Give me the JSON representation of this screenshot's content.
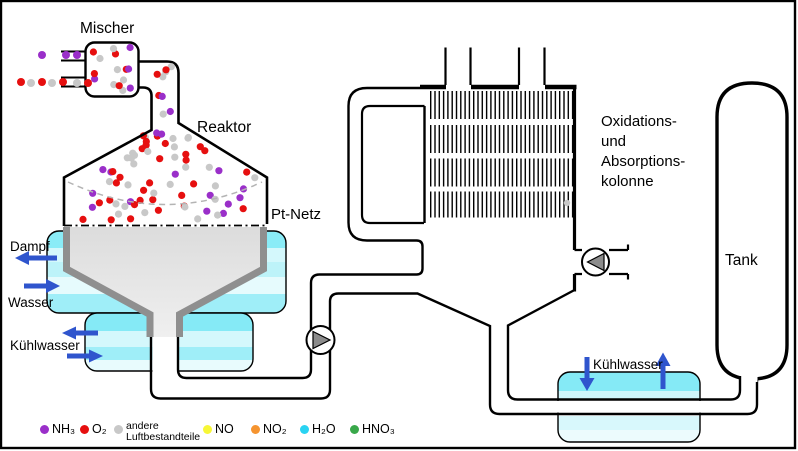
{
  "diagram": {
    "labels": {
      "mischer": "Mischer",
      "reaktor": "Reaktor",
      "pt_netz": "Pt-Netz",
      "dampf": "Dampf",
      "wasser": "Wasser",
      "kuehlwasser_left": "Kühlwasser",
      "kuehlwasser_right": "Kühlwasser",
      "tank": "Tank",
      "column_line1": "Oxidations-",
      "column_line2": "und",
      "column_line3": "Absorptions-",
      "column_line4": "kolonne"
    },
    "legend": {
      "items": [
        {
          "name": "ammonia",
          "label": "NH₃",
          "color": "#9a2fc9"
        },
        {
          "name": "oxygen",
          "label": "O₂",
          "color": "#e60f0f"
        },
        {
          "name": "other-air-components",
          "label": "andere Luftbestandteile",
          "color": "#c8c8c8"
        },
        {
          "name": "nitric-oxide",
          "label": "NO",
          "color": "#f7f736"
        },
        {
          "name": "nitrogen-dioxide",
          "label": "NO₂",
          "color": "#f59430"
        },
        {
          "name": "water",
          "label": "H₂O",
          "color": "#29d3f2"
        },
        {
          "name": "nitric-acid",
          "label": "HNO₃",
          "color": "#39a84a"
        }
      ]
    },
    "colors": {
      "outline_black": "#000000",
      "vessel_wall_gray": "#8f8f8f",
      "cooling_water_bright": "#85eaf6",
      "cooling_water_pale": "#d4f8fc",
      "flow_arrow_blue": "#2f55cd",
      "pump_triangle_gray": "#8c8c8c"
    }
  }
}
